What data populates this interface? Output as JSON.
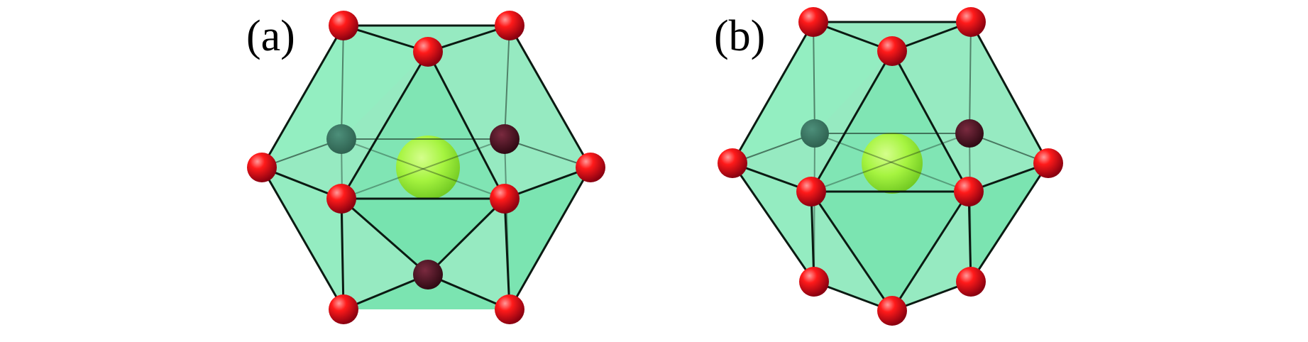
{
  "figure": {
    "panels": [
      {
        "id": "a",
        "label": "(a)"
      },
      {
        "id": "b",
        "label": "(b)"
      }
    ],
    "colors": {
      "polyhedron_fill": "#3fd88e",
      "polyhedron_fill_light": "#8ff5c4",
      "polyhedron_edge": "#0b1a12",
      "oxygen_atom": "#e3001b",
      "oxygen_atom_hidden": "#5b1023",
      "center_atom": "#a8f53a"
    },
    "atoms": {
      "outer_atom_name": "oxygen-atom",
      "center_atom_name": "center-atom"
    }
  }
}
